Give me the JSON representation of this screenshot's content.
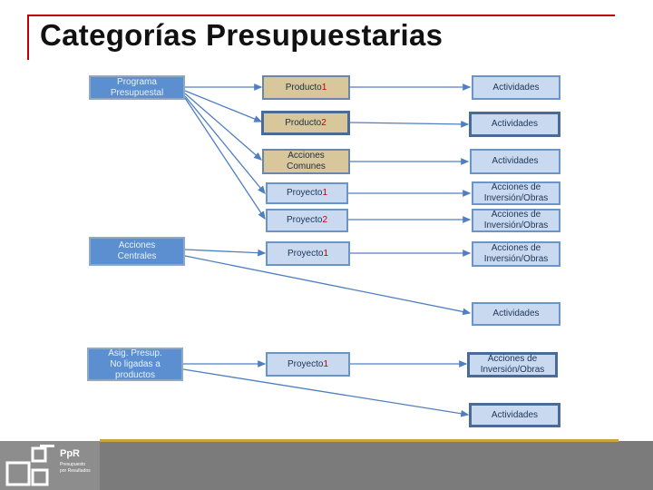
{
  "slide": {
    "title": "Categorías Presupuestarias"
  },
  "left_nodes": [
    {
      "id": "programa",
      "label": "Programa\nPresupuestal"
    },
    {
      "id": "acciones_centrales",
      "label": "Acciones\nCentrales"
    },
    {
      "id": "asig_presup",
      "label": "Asig. Presup.\nNo ligadas a\nproductos"
    }
  ],
  "middle_nodes": [
    {
      "id": "producto1",
      "text": "Producto",
      "num": "1"
    },
    {
      "id": "producto2",
      "text": "Producto",
      "num": "2"
    },
    {
      "id": "acciones_comunes",
      "text": "Acciones\nComunes",
      "num": ""
    },
    {
      "id": "proyecto1_a",
      "text": "Proyecto ",
      "num": "1"
    },
    {
      "id": "proyecto2",
      "text": "Proyecto",
      "num": "2"
    },
    {
      "id": "proyecto1_b",
      "text": "Proyecto ",
      "num": "1"
    },
    {
      "id": "proyecto1_c",
      "text": "Proyecto ",
      "num": "1"
    }
  ],
  "right_nodes": [
    {
      "id": "r1",
      "label": "Actividades"
    },
    {
      "id": "r2",
      "label": "Actividades"
    },
    {
      "id": "r3",
      "label": "Actividades"
    },
    {
      "id": "r4",
      "label": "Acciones de\nInversión/Obras"
    },
    {
      "id": "r5",
      "label": "Acciones de\nInversión/Obras"
    },
    {
      "id": "r6",
      "label": "Acciones de\nInversión/Obras"
    },
    {
      "id": "r7",
      "label": "Actividades"
    },
    {
      "id": "r8",
      "label": "Acciones de\nInversión/Obras"
    },
    {
      "id": "r9",
      "label": "Actividades"
    }
  ],
  "footer": {
    "logo_name": "PpR",
    "logo_sub": "Presupuesto\npor Resultados"
  },
  "colors": {
    "title_frame": "#c00000",
    "connector": "#4f7fc0",
    "footer_gold": "#c8a43a"
  }
}
